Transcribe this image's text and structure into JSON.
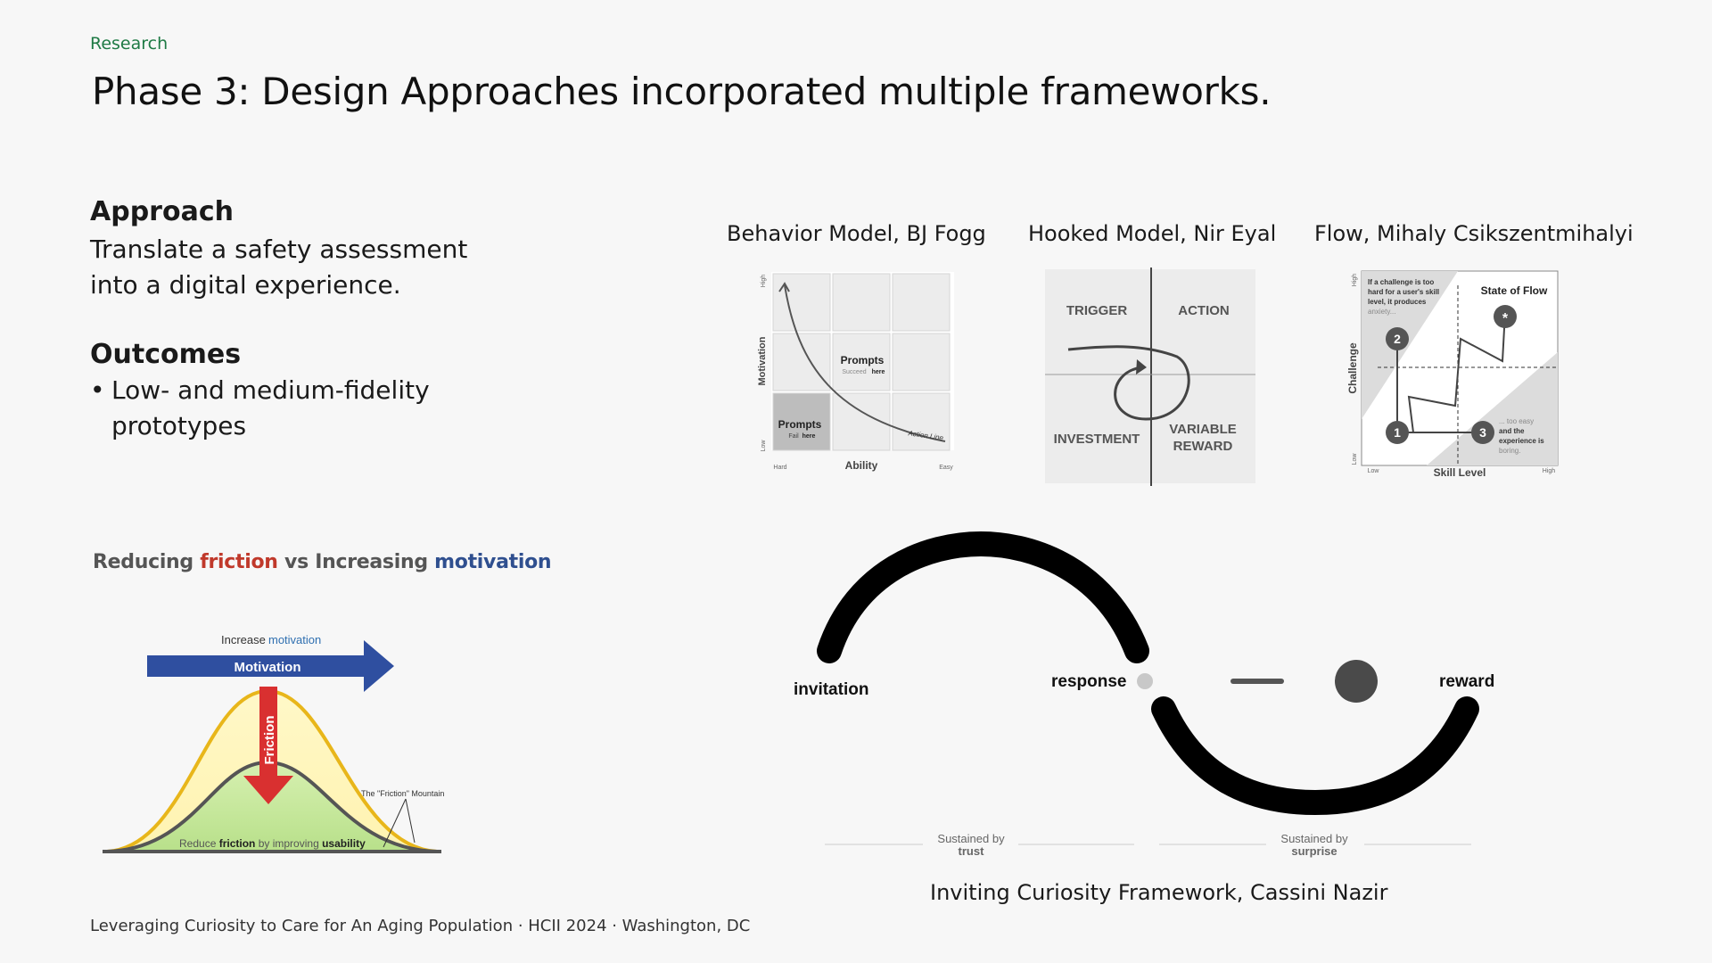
{
  "header": {
    "tag": "Research",
    "title": "Phase 3: Design Approaches incorporated multiple frameworks."
  },
  "approach": {
    "heading": "Approach",
    "text": "Translate a safety assessment into a digital experience."
  },
  "outcomes": {
    "heading": "Outcomes",
    "items": [
      "Low- and medium-fidelity prototypes"
    ]
  },
  "frameworks": {
    "fogg": {
      "label": "Behavior Model, BJ Fogg",
      "y_axis": "Motivation",
      "y_high": "High",
      "y_low": "Low",
      "x_axis": "Ability",
      "x_low": "Hard",
      "x_high": "Easy",
      "prompt_succeed_title": "Prompts",
      "prompt_succeed_sub": "Succeed",
      "prompt_succeed_here": "here",
      "prompt_fail_title": "Prompts",
      "prompt_fail_sub": "Fail",
      "prompt_fail_here": "here",
      "action_line": "Action Line"
    },
    "hooked": {
      "label": "Hooked Model, Nir Eyal",
      "trigger": "TRIGGER",
      "action": "ACTION",
      "investment": "INVESTMENT",
      "variable": "VARIABLE",
      "reward": "REWARD"
    },
    "flow": {
      "label": "Flow, Mihaly Csikszentmihalyi",
      "state": "State of Flow",
      "y_axis": "Challenge",
      "y_high": "High",
      "y_low": "Low",
      "x_axis": "Skill Level",
      "x_low": "Low",
      "x_high": "High",
      "anxiety_1": "If a challenge is too",
      "anxiety_2": "hard for a user's skill",
      "anxiety_3": "level, it produces",
      "anxiety_4": "anxiety...",
      "boring_1": "... too easy",
      "boring_2": "and the",
      "boring_3": "experience is",
      "boring_4": "boring.",
      "n1": "1",
      "n2": "2",
      "n3": "3",
      "star": "*"
    }
  },
  "friction": {
    "heading_pre": "Reducing ",
    "heading_red": "friction",
    "heading_mid": " vs Increasing ",
    "heading_blue": "motivation",
    "increase_pre": "Increase ",
    "increase_word": "motivation",
    "motivation": "Motivation",
    "friction": "Friction",
    "mountain": "The \"Friction\" Mountain",
    "reduce_pre": "Reduce ",
    "reduce_friction": "friction",
    "reduce_mid": " by improving ",
    "reduce_usability": "usability"
  },
  "curiosity": {
    "invitation": "invitation",
    "response": "response",
    "reward": "reward",
    "sustained_trust_pre": "Sustained by",
    "sustained_trust": "trust",
    "sustained_surprise_pre": "Sustained by",
    "sustained_surprise": "surprise",
    "caption": "Inviting Curiosity Framework, Cassini Nazir"
  },
  "footer": "Leveraging Curiosity to Care for An Aging Population · HCII 2024 ·  Washington, DC",
  "colors": {
    "accent_green": "#1f7a45",
    "friction_red": "#c0392b",
    "motivation_blue": "#2f4f8f"
  }
}
